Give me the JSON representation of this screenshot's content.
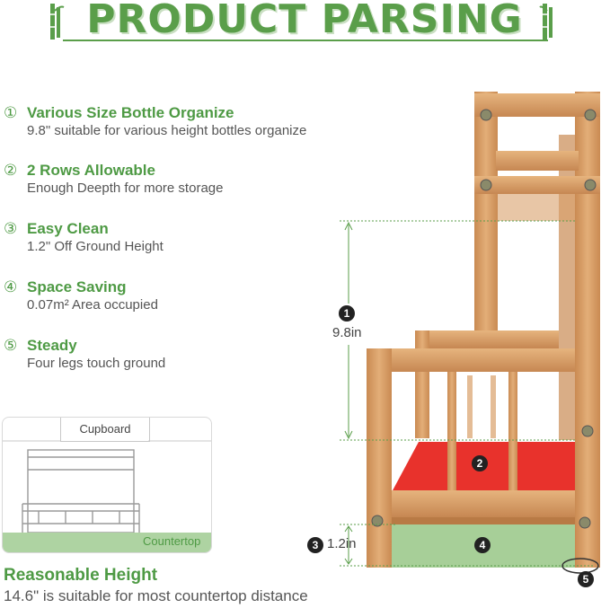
{
  "title": "PRODUCT PARSING",
  "features": [
    {
      "num": "①",
      "head": "Various Size Bottle Organize",
      "sub": "9.8\" suitable for various height bottles organize"
    },
    {
      "num": "②",
      "head": "2 Rows Allowable",
      "sub": "Enough Deepth for more storage"
    },
    {
      "num": "③",
      "head": "Easy Clean",
      "sub": "1.2\" Off Ground Height"
    },
    {
      "num": "④",
      "head": "Space Saving",
      "sub": "0.07m² Area occupied"
    },
    {
      "num": "⑤",
      "head": "Steady",
      "sub": "Four legs touch ground"
    }
  ],
  "cupboard": {
    "top_label": "Cupboard",
    "bottom_label": "Countertop"
  },
  "reasonable": {
    "title": "Reasonable Height",
    "sub": "14.6\" is suitable for most countertop distance"
  },
  "dimensions": {
    "d1": {
      "num": "1",
      "value": "9.8in"
    },
    "d2": {
      "num": "2"
    },
    "d3": {
      "num": "3",
      "value": "1.2in"
    },
    "d4": {
      "num": "4"
    },
    "d5": {
      "num": "5"
    }
  },
  "colors": {
    "accent_green": "#4e9a44",
    "shelf_red": "#e8322c",
    "base_green": "#a7cf98",
    "bamboo": "#d9a06a"
  }
}
